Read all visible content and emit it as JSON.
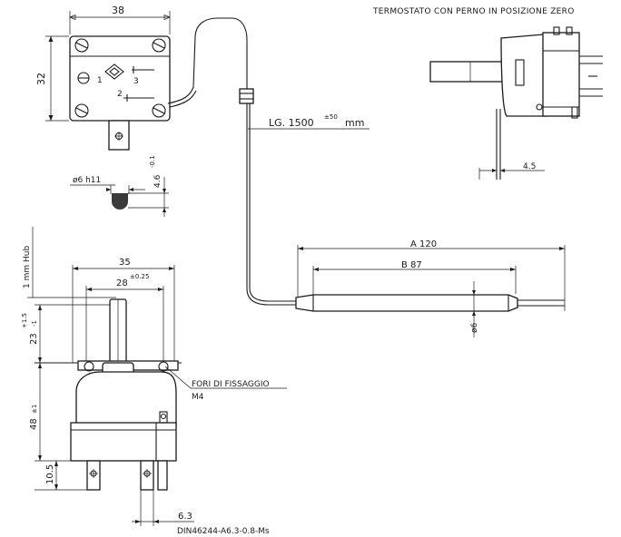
{
  "title": "TERMOSTATO CON PERNO IN POSIZIONE ZERO",
  "dims": {
    "width_38": "38",
    "height_32": "32",
    "shaft_dia": "ø6 h11",
    "flat": "4.6",
    "flat_tol": "-0.1",
    "stroke": "1 mm Hub",
    "width_35": "35",
    "hole_spacing": "28",
    "hole_spacing_tol": "±0.25",
    "shaft_height": "23",
    "shaft_height_tol_up": "+1.5",
    "shaft_height_tol_dn": "-1",
    "body_height": "48",
    "body_height_tol": "±1",
    "base_height": "10.5",
    "terminal": "6.3",
    "terminal_std": "DIN46244-A6.3-0.8-Ms",
    "fixing_label": "FORI DI FISSAGGIO",
    "fixing_size": "M4",
    "capillary": "LG. 1500",
    "capillary_tol": "±50",
    "capillary_unit": "mm",
    "bulb_a": "A 120",
    "bulb_b": "B 87",
    "bulb_dia": "ø6",
    "side_offset": "4.5"
  },
  "labels": {
    "term_1": "1",
    "term_2": "2",
    "term_3": "3"
  }
}
